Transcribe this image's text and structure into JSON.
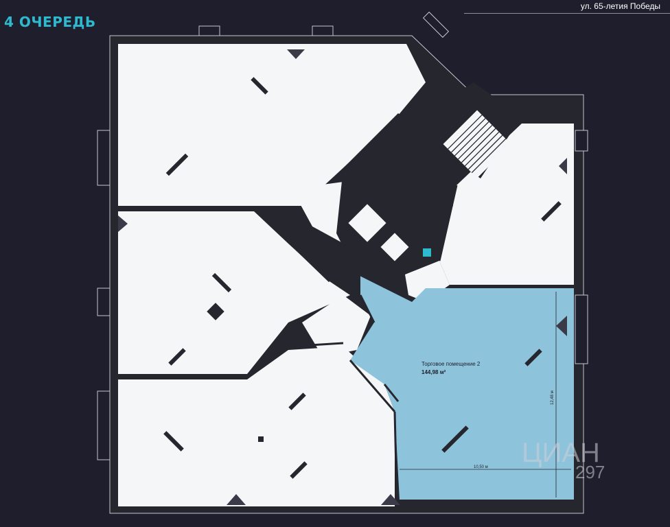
{
  "header": {
    "title": "4 ОЧЕРЕДЬ",
    "street": "ул. 65-летия Победы"
  },
  "highlight_room": {
    "name": "Торговое помещение 2",
    "area": "144,98 м²",
    "dim_width": "10,50 м",
    "dim_height": "12,48 м"
  },
  "watermark": {
    "brand": "ЦИАН",
    "code": "297"
  },
  "colors": {
    "background": "#1e1e2c",
    "floor": "#f4f6f8",
    "highlight": "#8ec3dc",
    "wall": "#26262f",
    "accent": "#2fb9cf"
  }
}
